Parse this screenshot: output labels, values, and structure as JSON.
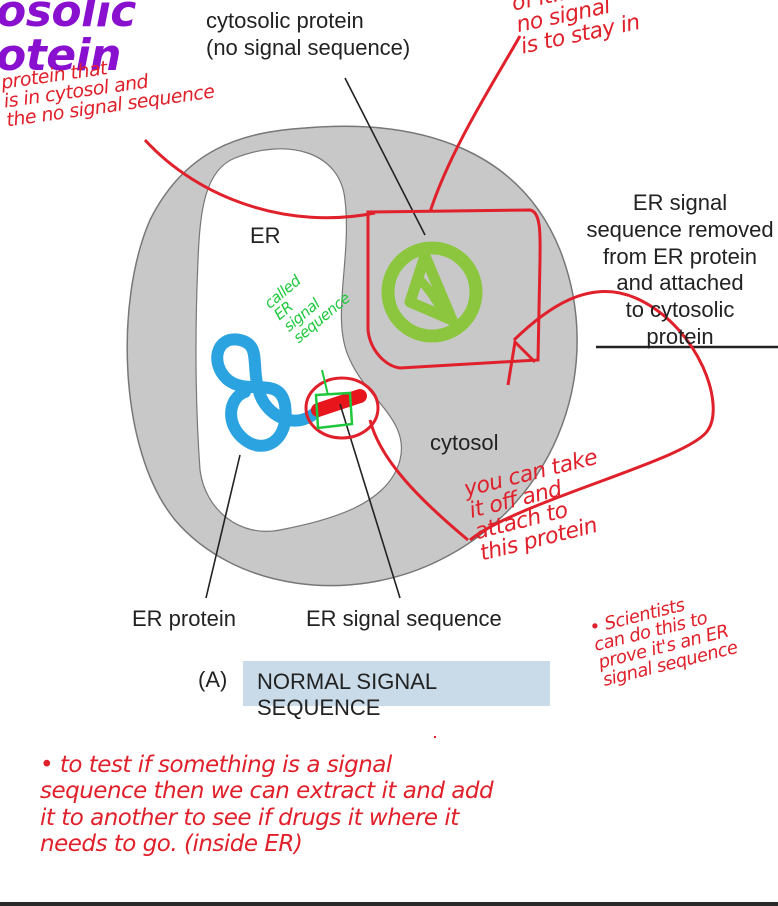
{
  "labels": {
    "cytosolic_protein_line1": "cytosolic protein",
    "cytosolic_protein_line2": "(no signal sequence)",
    "er": "ER",
    "cytosol": "cytosol",
    "er_protein": "ER protein",
    "er_signal_sequence": "ER signal sequence",
    "arrow_text": [
      "ER signal",
      "sequence removed",
      "from ER protein",
      "and attached",
      "to cytosolic",
      "protein"
    ],
    "panel_tag": "(A)",
    "panel_title": "NORMAL SIGNAL SEQUENCE"
  },
  "annotations": {
    "purple_heading": [
      "osolic",
      "otein"
    ],
    "red_top_left": [
      "protein that",
      "is in cytosol and",
      "the no signal sequence"
    ],
    "red_top_right": [
      "of it...",
      "no signal",
      "is to stay in"
    ],
    "green_called": [
      "called",
      "ER",
      "signal",
      "sequence"
    ],
    "red_take_off": [
      "you can take",
      "it off and",
      "attach to",
      "this protein"
    ],
    "red_scientists": [
      "• Scientists",
      "can do this to",
      "prove it's an ER",
      "signal sequence"
    ],
    "red_bottom": [
      "• to test   if something is a signal",
      "sequence then we can extract it and add",
      "it to another to see if drugs it where it",
      "needs to go.   (inside ER)"
    ]
  },
  "colors": {
    "cytosol": "#c8c8c8",
    "er_lumen": "#ffffff",
    "er_protein": "#2aa3e0",
    "signal_sequence": "#e8161c",
    "cytosolic_protein": "#8cc63f",
    "annotation_red": "#e0202a",
    "annotation_purple": "#8a10d0",
    "annotation_green": "#1ec83c",
    "banner": "#c9dbe8"
  }
}
